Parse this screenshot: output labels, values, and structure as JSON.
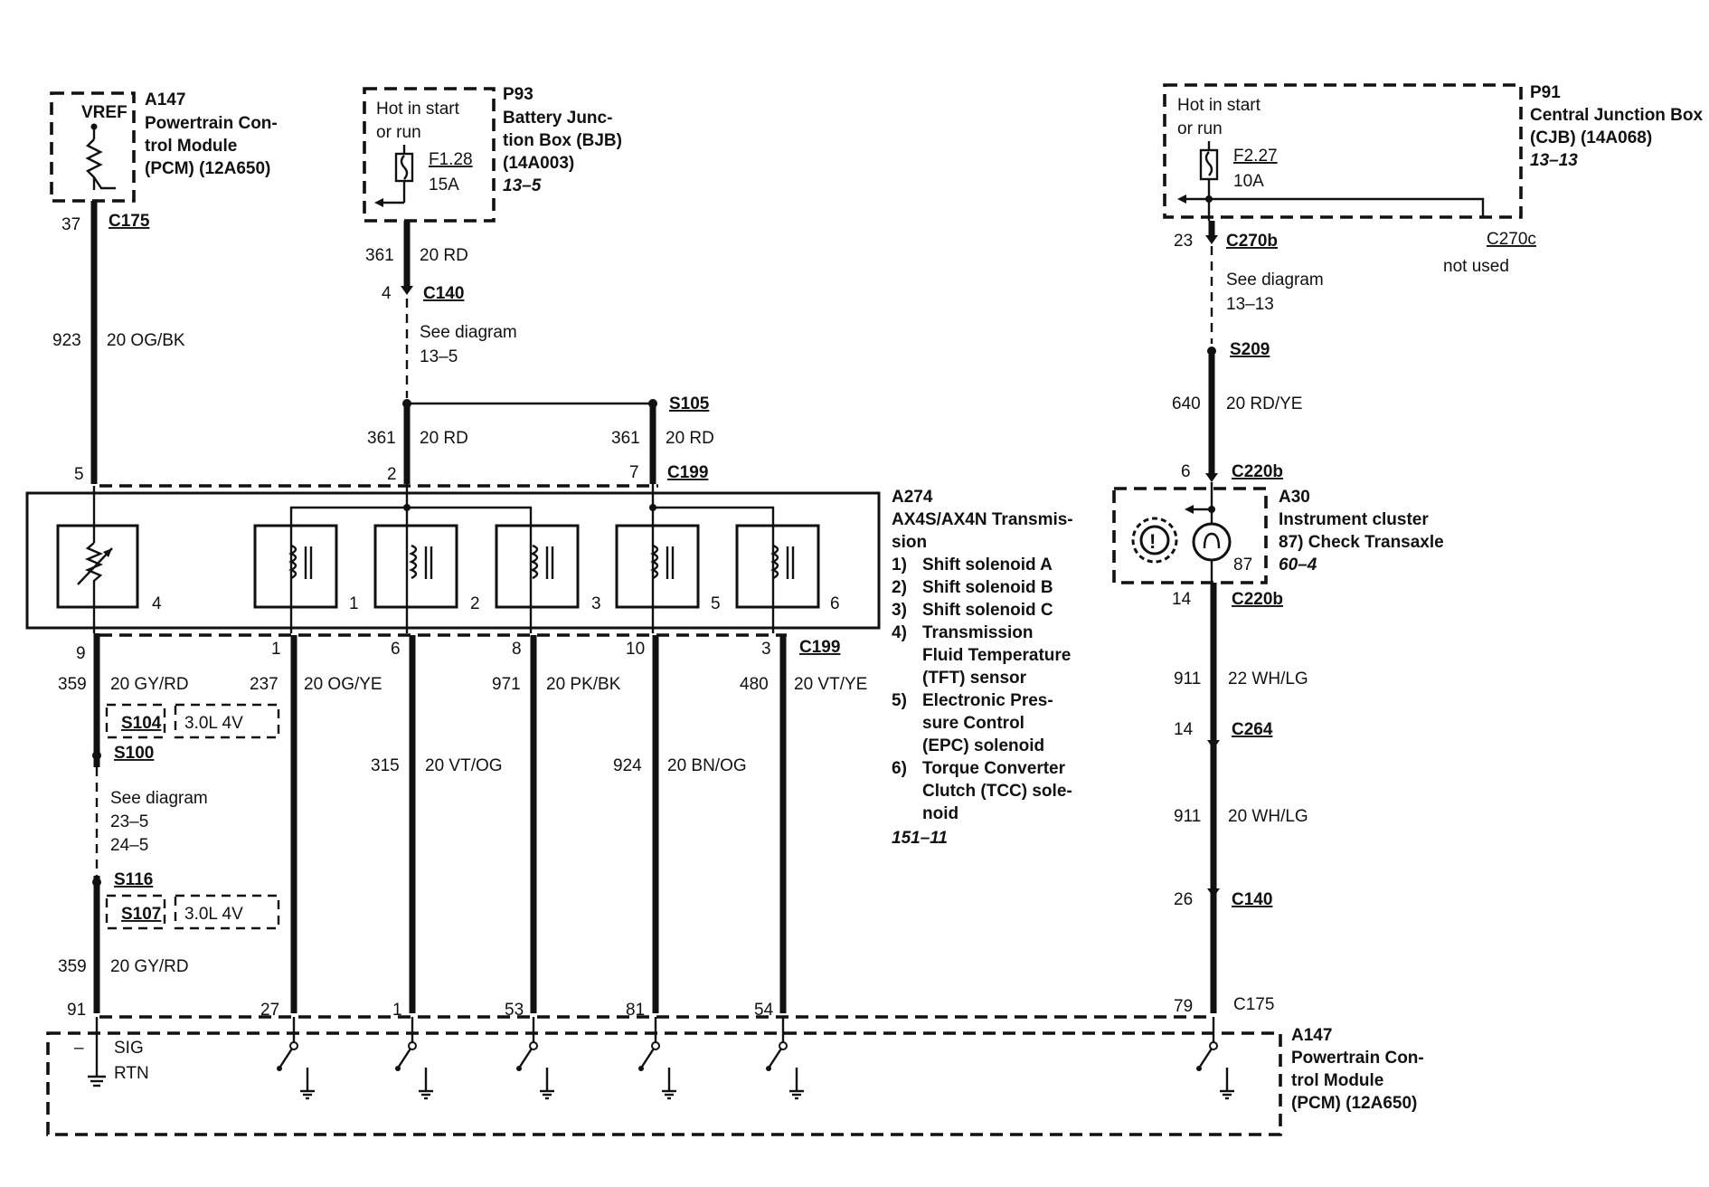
{
  "pcm_top": {
    "id": "A147",
    "title_lines": [
      "Powertrain Con-",
      "trol Module",
      "(PCM) (12A650)"
    ],
    "vref": "VREF"
  },
  "bjb": {
    "hot": [
      "Hot in start",
      "or run"
    ],
    "fuse": "F1.28",
    "amps": "15A",
    "id": "P93",
    "title_lines": [
      "Battery Junc-",
      "tion Box (BJB)",
      "(14A003)"
    ],
    "ref": "13–5"
  },
  "cjb": {
    "hot": [
      "Hot in start",
      "or run"
    ],
    "fuse": "F2.27",
    "amps": "10A",
    "id": "P91",
    "title_lines": [
      "Central Junction Box",
      "(CJB) (14A068)"
    ],
    "ref": "13–13",
    "c270c": "C270c",
    "not_used": "not used"
  },
  "col1": {
    "top_pin": "37",
    "top_conn": "C175",
    "circuit": "923",
    "wire": "20 OG/BK",
    "trans_pin": "5",
    "low_pin": "9",
    "low_circuit": "359",
    "low_wire": "20 GY/RD",
    "s104": "S104",
    "engine1": "3.0L 4V",
    "s100": "S100",
    "see": "See diagram",
    "refs": [
      "23–5",
      "24–5"
    ],
    "s116": "S116",
    "s107": "S107",
    "engine2": "3.0L 4V",
    "bot_circuit": "359",
    "bot_wire": "20 GY/RD",
    "pcm_pin": "91"
  },
  "col2": {
    "circuit1": "361",
    "wire1": "20 RD",
    "pin_c140": "4",
    "c140": "C140",
    "see": "See diagram",
    "ref": "13–5",
    "circuit2": "361",
    "wire2": "20 RD",
    "trans_pin": "2",
    "s105": "S105",
    "circuit3": "361",
    "wire3": "20 RD",
    "pin7": "7",
    "c199": "C199"
  },
  "col4": {
    "pin": "23",
    "c270b": "C270b",
    "see": "See diagram",
    "ref": "13–13",
    "s209": "S209",
    "circuit": "640",
    "wire": "20 RD/YE",
    "pin_c220": "6",
    "c220b": "C220b"
  },
  "transaxle": {
    "id": "A274",
    "title_lines": [
      "AX4S/AX4N Transmis-",
      "sion"
    ],
    "items": [
      {
        "num": "1)",
        "lines": [
          "Shift solenoid A"
        ]
      },
      {
        "num": "2)",
        "lines": [
          "Shift solenoid B"
        ]
      },
      {
        "num": "3)",
        "lines": [
          "Shift solenoid C"
        ]
      },
      {
        "num": "4)",
        "lines": [
          "Transmission",
          "Fluid Temperature",
          "(TFT) sensor"
        ]
      },
      {
        "num": "5)",
        "lines": [
          "Electronic Pres-",
          "sure Control",
          "(EPC) solenoid"
        ]
      },
      {
        "num": "6)",
        "lines": [
          "Torque Converter",
          "Clutch (TCC) sole-",
          "noid"
        ]
      }
    ],
    "ref": "151–11",
    "comp_nums": [
      "4",
      "1",
      "2",
      "3",
      "5",
      "6"
    ]
  },
  "wires_out": {
    "c199": "C199",
    "pins": [
      "1",
      "6",
      "8",
      "10",
      "3"
    ],
    "circuits": [
      {
        "circuit": "237",
        "wire": "20 OG/YE"
      },
      {
        "circuit": "315",
        "wire": "20 VT/OG"
      },
      {
        "circuit": "971",
        "wire": "20 PK/BK"
      },
      {
        "circuit": "924",
        "wire": "20 BN/OG"
      },
      {
        "circuit": "480",
        "wire": "20 VT/YE"
      }
    ],
    "pcm_pins": [
      "27",
      "1",
      "53",
      "81",
      "54"
    ]
  },
  "cluster": {
    "id": "A30",
    "title": "Instrument cluster",
    "lamp": "87) Check Transaxle",
    "ref": "60–4",
    "num": "87",
    "pin_out": "14",
    "c220b": "C220b",
    "circuit1": "911",
    "wire1": "22 WH/LG",
    "pin_c264": "14",
    "c264": "C264",
    "circuit2": "911",
    "wire2": "20 WH/LG",
    "pin_c140": "26",
    "c140": "C140",
    "pcm_pin": "79",
    "c175": "C175"
  },
  "pcm_bottom": {
    "id": "A147",
    "title_lines": [
      "Powertrain Con-",
      "trol Module",
      "(PCM) (12A650)"
    ],
    "minus": "–",
    "sig": "SIG",
    "rtn": "RTN"
  }
}
